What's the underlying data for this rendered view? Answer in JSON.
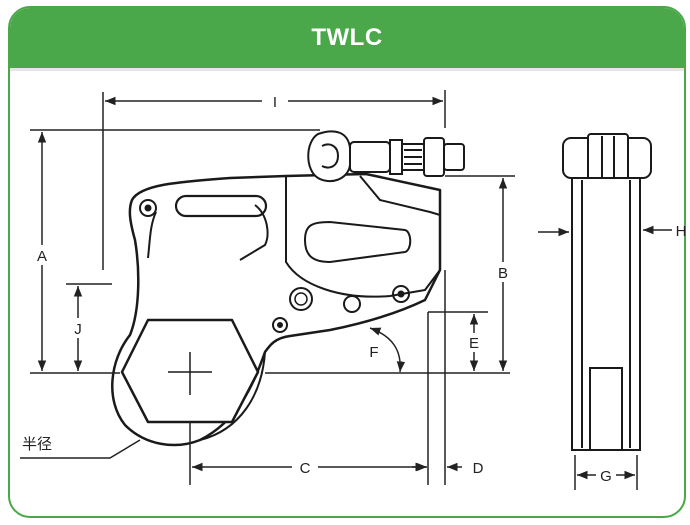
{
  "header": {
    "title": "TWLC"
  },
  "dimensions": {
    "A": "A",
    "B": "B",
    "C": "C",
    "D": "D",
    "E": "E",
    "F": "F",
    "G": "G",
    "H": "H",
    "I": "I",
    "J": "J"
  },
  "radius_label": "半径",
  "colors": {
    "accent": "#4aa84a",
    "line": "#222222"
  }
}
